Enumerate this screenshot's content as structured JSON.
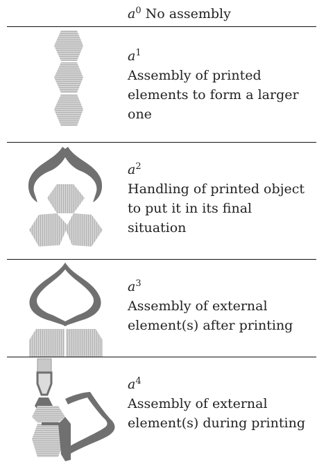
{
  "levels": [
    {
      "symbol": "a",
      "index": "0",
      "description": "No assembly"
    },
    {
      "symbol": "a",
      "index": "1",
      "description": "Assembly of printed elements to form a larger one"
    },
    {
      "symbol": "a",
      "index": "2",
      "description": "Handling of printed object to put it in its final situation"
    },
    {
      "symbol": "a",
      "index": "3",
      "description": "Assembly of external element(s) after printing"
    },
    {
      "symbol": "a",
      "index": "4",
      "description": "Assembly of external element(s) during printing"
    }
  ],
  "colors": {
    "printed_part": "#c8c8c8",
    "hatch_line": "#b2b2b2",
    "gripper": "#707070",
    "rule": "#111111"
  },
  "icons": [
    "no-icon",
    "stacked-hexagons-icon",
    "gripper-placing-hexagon-icon",
    "gripper-external-element-icon",
    "nozzle-printing-with-external-element-icon"
  ]
}
